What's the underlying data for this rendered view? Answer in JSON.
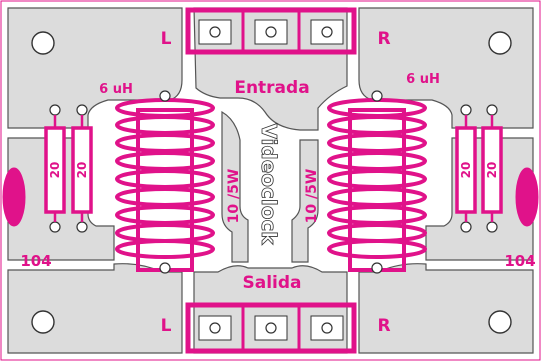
{
  "colors": {
    "board": "#ffffff",
    "copper": "#dcdcdc",
    "outline": "#555555",
    "silk": "#e0128a"
  },
  "labels": {
    "input_title": "Entrada",
    "output_title": "Salida",
    "left_top": "L",
    "right_top": "R",
    "left_bottom": "L",
    "right_bottom": "R",
    "inductor_left": "6 uH",
    "inductor_right": "6 uH",
    "resistor_left_a": "20",
    "resistor_left_b": "20",
    "resistor_right_a": "20",
    "resistor_right_b": "20",
    "power_left": "10 /5W",
    "power_right": "10 /5W",
    "cap_left": "104",
    "cap_right": "104",
    "brand": "Videoclock"
  }
}
